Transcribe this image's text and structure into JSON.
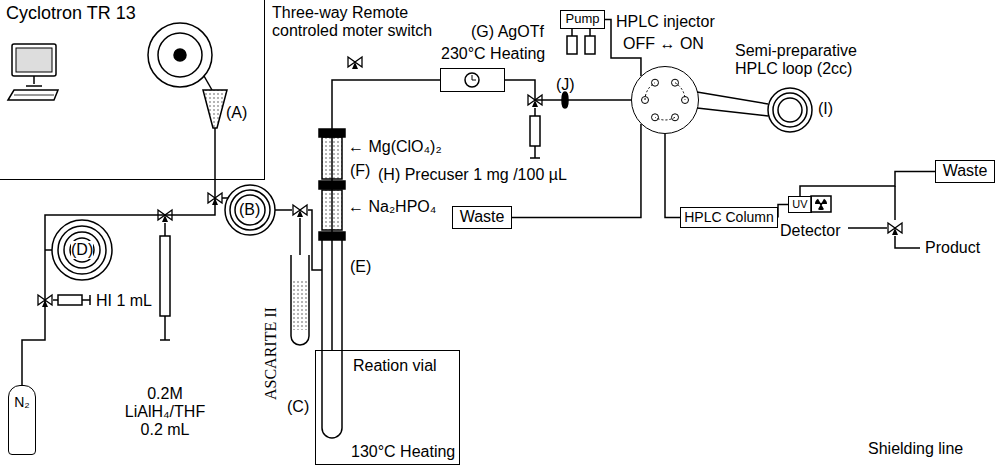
{
  "diagram": {
    "nodes": [
      {
        "text": [
          "Cyclotron TR 13"
        ]
      },
      {
        "text": [
          "N₂"
        ]
      },
      {
        "text": [
          "Reation vial",
          "130°C Heating"
        ]
      },
      {
        "text": [
          "(G) AgOTf",
          "230°C Heating"
        ]
      },
      {
        "text": [
          "Pump"
        ]
      },
      {
        "text": [
          "HPLC injector",
          "OFF ↔ ON"
        ]
      },
      {
        "text": [
          "Waste"
        ]
      },
      {
        "text": [
          "HPLC Column"
        ]
      },
      {
        "text": [
          "UV"
        ]
      },
      {
        "text": [
          "Waste"
        ]
      }
    ],
    "edges": [
      {
        "from": 1,
        "to": 0,
        "arrow": "none"
      },
      {
        "from": 2,
        "to": 3,
        "arrow": "none"
      },
      {
        "from": 3,
        "to": 5,
        "arrow": "none"
      },
      {
        "from": 4,
        "to": 5,
        "arrow": "none"
      },
      {
        "from": 5,
        "to": 6,
        "arrow": "none"
      },
      {
        "from": 5,
        "to": 7,
        "arrow": "none"
      },
      {
        "from": 7,
        "to": 8,
        "arrow": "none"
      },
      {
        "from": 8,
        "to": 9,
        "arrow": "none"
      }
    ],
    "labels": [
      "Three-way Remote controled moter switch",
      "(A)",
      "(D)",
      "HI 1 mL",
      "(B)",
      "0.2M LiAlH₄/THF 0.2 mL",
      "ASCARITE II",
      "(C)",
      "(E)",
      "← Mg(ClO₄)₂",
      "(F)",
      "← Na₂HPO₄",
      "(H) Precuser 1 mg /100 µL",
      "(J)",
      "Semi-preparative HPLC loop (2cc)",
      "(I)",
      "Detector",
      "Product",
      "Shielding line"
    ]
  }
}
